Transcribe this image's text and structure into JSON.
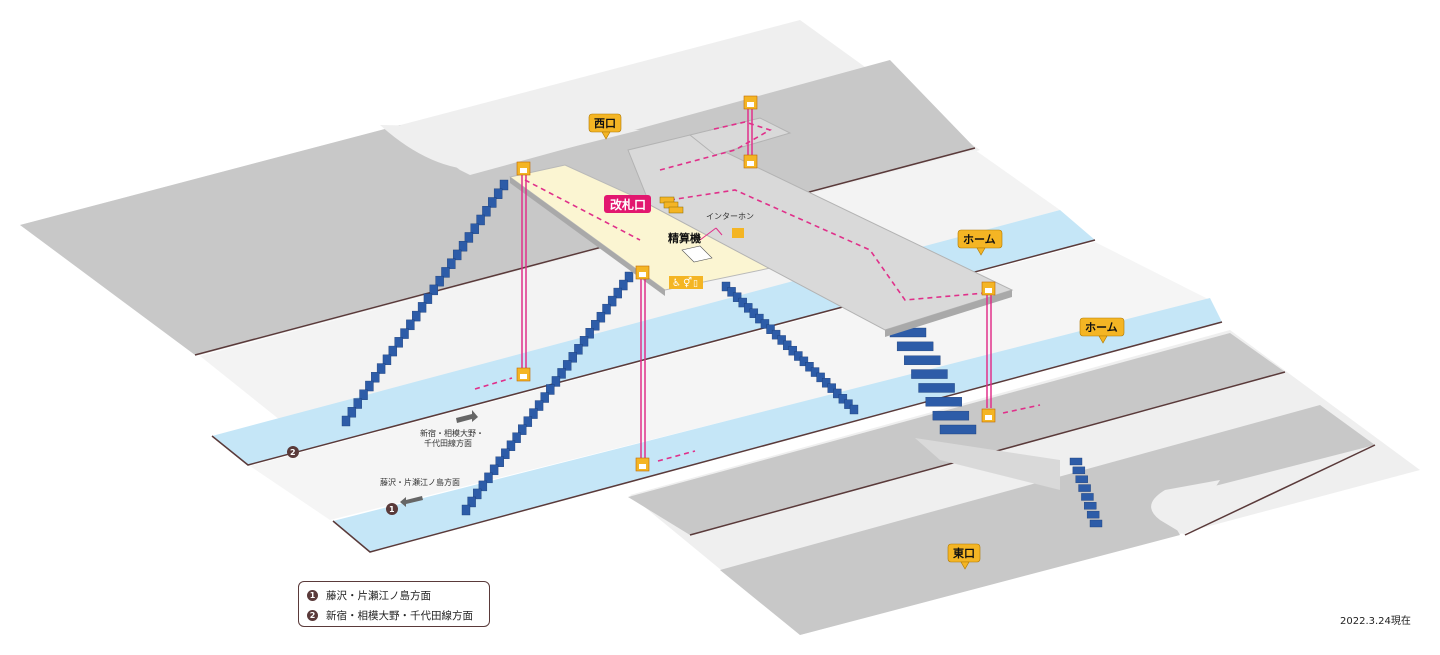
{
  "labels": {
    "west_exit": "西口",
    "east_exit": "東口",
    "home_upper": "ホーム",
    "home_lower": "ホーム",
    "ticket_gate": "改札口",
    "intercom": "インターホン",
    "fare_adjust": "精算機",
    "platform2_direction": "新宿・相模大野・\n千代田線方面",
    "platform1_direction": "藤沢・片瀬江ノ島方面",
    "platform1_num": "1",
    "platform2_num": "2"
  },
  "legend": [
    {
      "num": "1",
      "text": "藤沢・片瀬江ノ島方面"
    },
    {
      "num": "2",
      "text": "新宿・相模大野・千代田線方面"
    }
  ],
  "date": "2022.3.24現在",
  "colors": {
    "road": "#c8c8c8",
    "sidewalk": "#eeeeee",
    "platform": "#c5e6f7",
    "concourse": "#fbf5d2",
    "bridge": "#d9d9d9",
    "stairs": "#2d5ca8",
    "elevator": "#e0308a",
    "callout": "#f4b524",
    "gate_label": "#e2176f",
    "legend_border": "#5a3a3a"
  },
  "icons": [
    "elevator-icon",
    "wheelchair-icon",
    "restroom-icon",
    "toilet-icon",
    "ticket-gate-icon",
    "exit-arrow-icon"
  ]
}
